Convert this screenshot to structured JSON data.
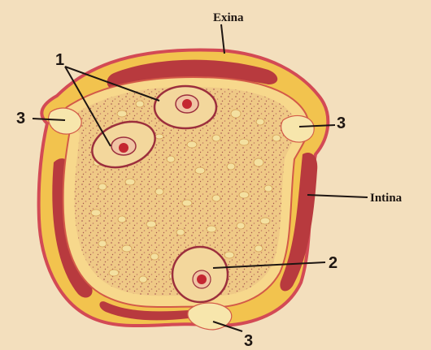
{
  "labels": {
    "exina": "Exina",
    "intina": "Intina",
    "one": "1",
    "two": "2",
    "three": "3"
  },
  "colors": {
    "background": "#f3dfbd",
    "exine_outer": "#d8424c",
    "exine_band": "#b83a3e",
    "wall_yellow": "#f4cc52",
    "cytoplasm": "#f0cc86",
    "cell_outline": "#9c2f3d",
    "nucleus": "#c42631"
  }
}
